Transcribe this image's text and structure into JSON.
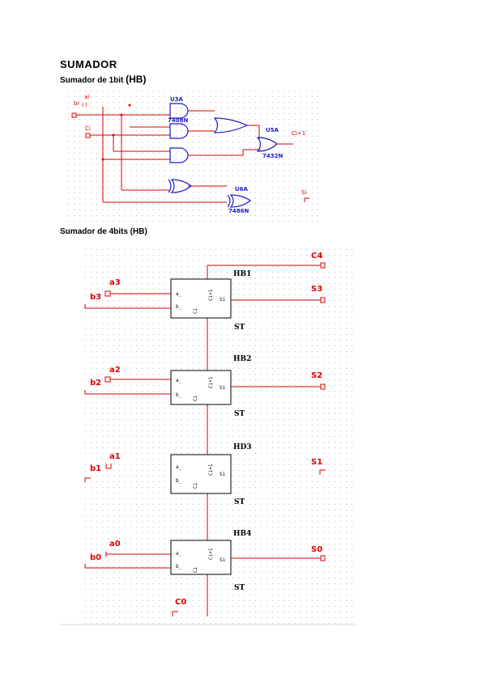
{
  "title": "SUMADOR",
  "subtitle_1bit": "Sumador de 1bit",
  "subtitle_1bit_hb": "(HB)",
  "subtitle_4bits": "Sumador de 4bits (HB)",
  "colors": {
    "wire": "#d40000",
    "gate": "#1c1ccc",
    "grid": "#b8b8b8",
    "block": "#000000"
  },
  "circuit_1bit": {
    "inputs": {
      "ai": "ai",
      "bi": "bi",
      "ci": "Ci"
    },
    "gates": [
      {
        "ref": "U3A",
        "part": "7408N"
      },
      {
        "ref": "U5A",
        "part": "7432N"
      },
      {
        "ref": "U6A",
        "part": "7486N"
      }
    ],
    "outputs": {
      "ci1": "Ci+1",
      "si": "Si"
    }
  },
  "circuit_4bits": {
    "blocks": [
      {
        "name": "HB1",
        "a": "a3",
        "b": "b3",
        "s": "S3"
      },
      {
        "name": "HB2",
        "a": "a2",
        "b": "b2",
        "s": "S2"
      },
      {
        "name": "HD3",
        "a": "a1",
        "b": "b1",
        "s": "S1"
      },
      {
        "name": "HB4",
        "a": "a0",
        "b": "b0",
        "s": "S0"
      }
    ],
    "st_label": "ST",
    "carry_in": "C0",
    "carry_out": "C4",
    "pins": {
      "a": "a_",
      "b": "b_",
      "ci": "Ci",
      "co": "Ci+1",
      "s": "Si"
    }
  }
}
